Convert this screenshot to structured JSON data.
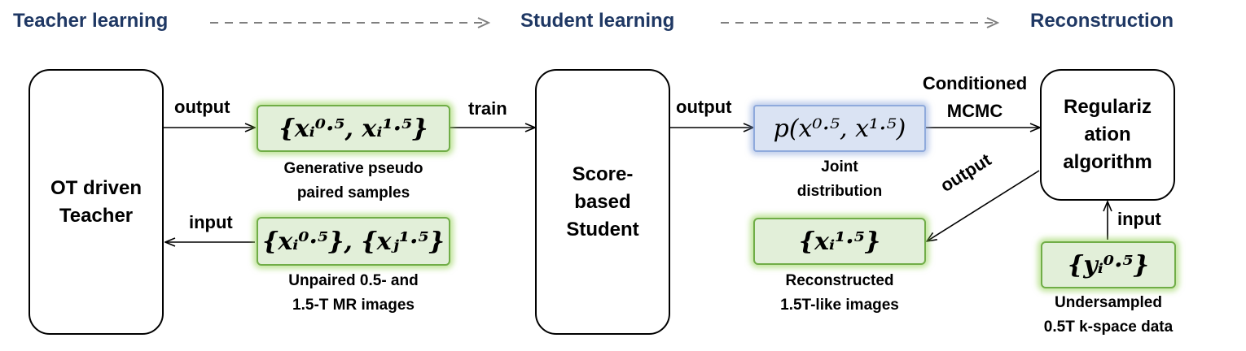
{
  "stages": {
    "teacher": "Teacher learning",
    "student": "Student learning",
    "reconstruction": "Reconstruction"
  },
  "nodes": {
    "teacher": "OT driven\nTeacher",
    "student": "Score-\nbased\nStudent",
    "regularization": "Regulariz\nation\nalgorithm"
  },
  "formulas": {
    "paired": "{xᵢ⁰·⁵, xᵢ¹·⁵}",
    "unpaired": "{xᵢ⁰·⁵}, {xⱼ¹·⁵}",
    "joint": "p(x⁰·⁵, x¹·⁵)",
    "reconstructed": "{xᵢ¹·⁵}",
    "undersampled": "{yᵢ⁰·⁵}"
  },
  "captions": {
    "paired": "Generative pseudo\npaired samples",
    "unpaired": "Unpaired 0.5- and\n1.5-T MR images",
    "joint": "Joint\ndistribution",
    "reconstructed": "Reconstructed\n1.5T-like images",
    "undersampled": "Undersampled\n0.5T k-space data"
  },
  "edge_labels": {
    "teacher_output": "output",
    "teacher_input": "input",
    "train": "train",
    "student_output": "output",
    "mcmc": "Conditioned\nMCMC",
    "recon_output": "output",
    "reg_input": "input"
  },
  "colors": {
    "stage_title": "#1f3864",
    "green_fill": "#e2efd9",
    "green_border": "#70ad47",
    "blue_fill": "#dae3f3",
    "blue_border": "#8faadc",
    "dashed_arrow": "#7f7f7f"
  }
}
